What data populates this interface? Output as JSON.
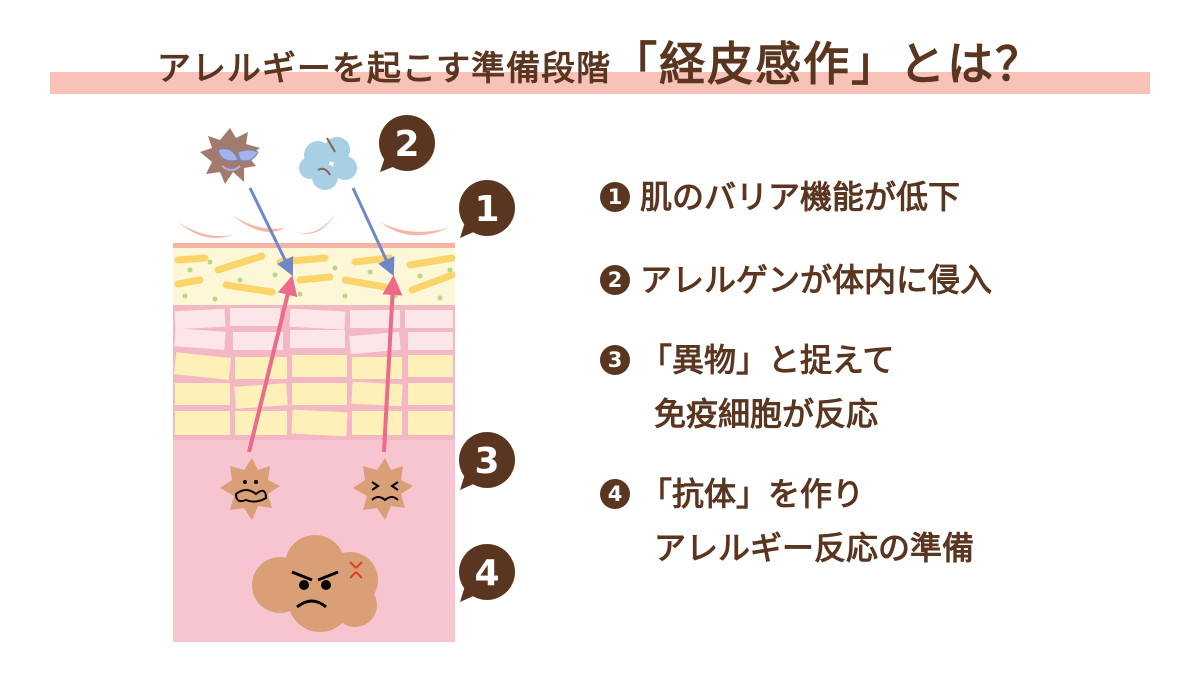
{
  "title": {
    "part1": "アレルギーを起こす準備段階",
    "part2": "「経皮感作」とは？"
  },
  "markers": [
    "1",
    "2",
    "3",
    "4"
  ],
  "items": [
    {
      "num": "1",
      "line1": "肌のバリア機能が低下"
    },
    {
      "num": "2",
      "line1": "アレルゲンが体内に侵入"
    },
    {
      "num": "3",
      "line1": "「異物」と捉えて",
      "line2": "免疫細胞が反応"
    },
    {
      "num": "4",
      "line1": "「抗体」を作り",
      "line2": "アレルギー反応の準備"
    }
  ],
  "colors": {
    "brown": "#5a3520",
    "highlight": "#f8c2b8",
    "skin": "#f7c5cf",
    "arrow_in": "#6f86c9",
    "arrow_out": "#ec6a8a"
  }
}
